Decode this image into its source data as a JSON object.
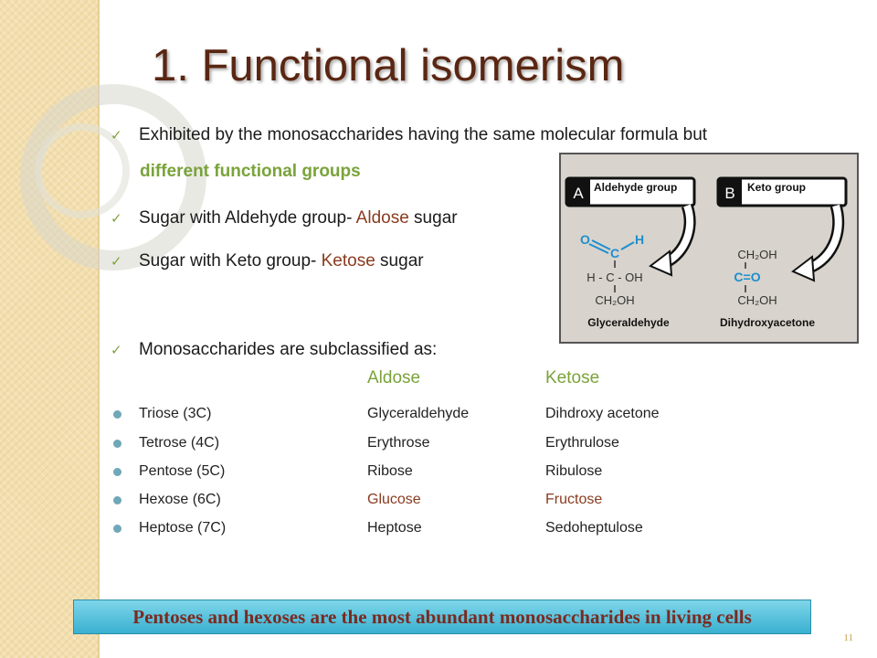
{
  "title": "1. Functional isomerism",
  "bullets": {
    "b1_text": "Exhibited by the monosaccharides having the same molecular formula but",
    "b1_sub": "different functional groups",
    "b2_pre": "Sugar with  Aldehyde group- ",
    "b2_hl": "Aldose",
    "b2_post": " sugar",
    "b3_pre": "Sugar with Keto  group- ",
    "b3_hl": "Ketose",
    "b3_post": " sugar",
    "b4_text": "Monosaccharides are subclassified as:"
  },
  "table": {
    "header_aldose": "Aldose",
    "header_ketose": "Ketose",
    "rows": [
      {
        "type": "Triose (3C)",
        "aldose": "Glyceraldehyde",
        "ketose": "Dihdroxy acetone"
      },
      {
        "type": "Tetrose (4C)",
        "aldose": "Erythrose",
        "ketose": "Erythrulose"
      },
      {
        "type": "Pentose (5C)",
        "aldose": "Ribose",
        "ketose": "Ribulose"
      },
      {
        "type": "Hexose (6C)",
        "aldose": "Glucose",
        "ketose": "Fructose"
      },
      {
        "type": "Heptose (7C)",
        "aldose": "Heptose",
        "ketose": "Sedoheptulose"
      }
    ]
  },
  "figure": {
    "a_letter": "A",
    "a_label": "Aldehyde group",
    "b_letter": "B",
    "b_label": "Keto group",
    "a_o": "O",
    "a_c": "C",
    "a_h": "H",
    "a_mid": "H - C - OH",
    "a_bottom": "CH₂OH",
    "a_name": "Glyceraldehyde",
    "b_top": "CH₂OH",
    "b_mid": "C=O",
    "b_bottom": "CH₂OH",
    "b_name": "Dihydroxyacetone"
  },
  "banner_text": "Pentoses and hexoses are the  most abundant  monosaccharides in living cells",
  "page_number": "11",
  "colors": {
    "title": "#5a2612",
    "green": "#6f9b2a",
    "brown": "#8a3b1f",
    "bullet_dot": "#6fa8b6",
    "banner": "#39b0d0",
    "figure_bg": "#d8d3cc",
    "figure_blue": "#1c8fd0"
  }
}
